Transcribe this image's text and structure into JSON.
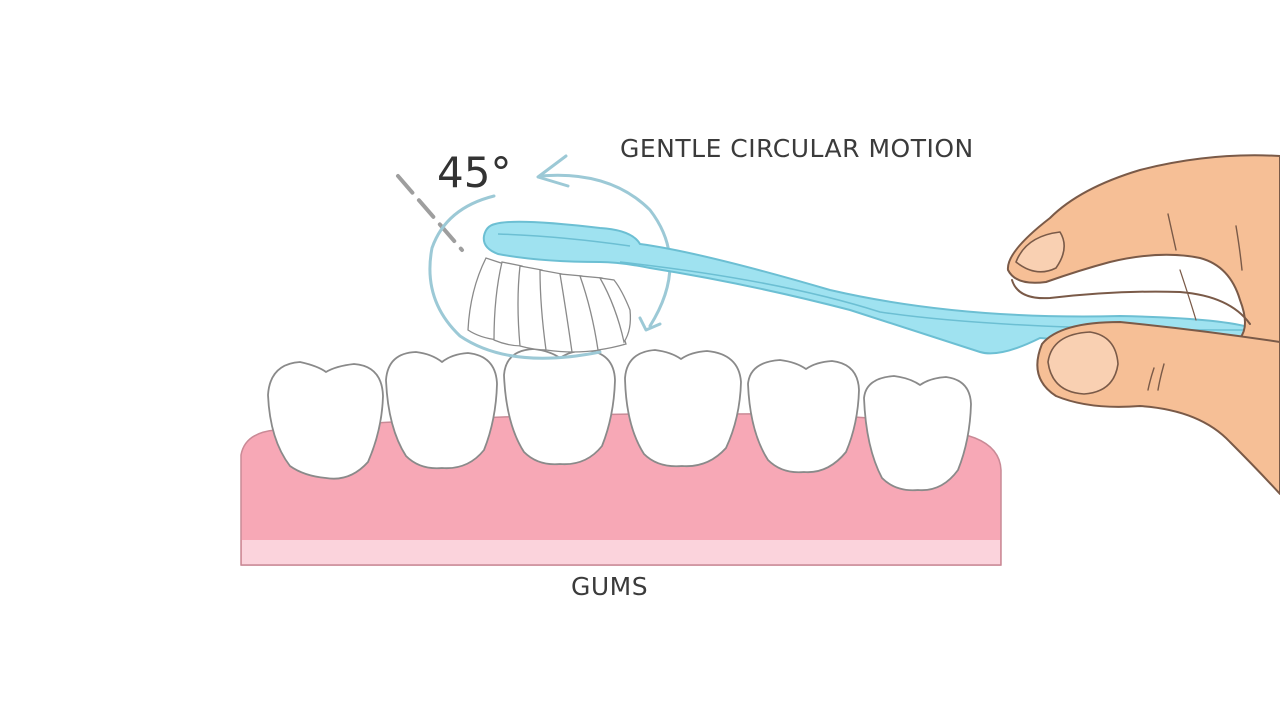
{
  "labels": {
    "motion": "GENTLE CIRCULAR MOTION",
    "angle": "45°",
    "gums": "GUMS"
  },
  "colors": {
    "gum": "#f7a8b6",
    "gum_base": "#fbd3dc",
    "tooth_fill": "#ffffff",
    "tooth_outline": "#8a8a8a",
    "toothbrush": "#9fe2f0",
    "toothbrush_outline": "#6cbfd3",
    "motion_arrow": "#9cc9d6",
    "skin": "#f6bf96",
    "skin_outline": "#7a5a48",
    "text": "#3b3b3b"
  },
  "icons": {
    "motion": "circular-arrow-icon",
    "angle": "dashed-angle-guide-icon",
    "hand": "hand-icon",
    "toothbrush": "toothbrush-icon"
  }
}
